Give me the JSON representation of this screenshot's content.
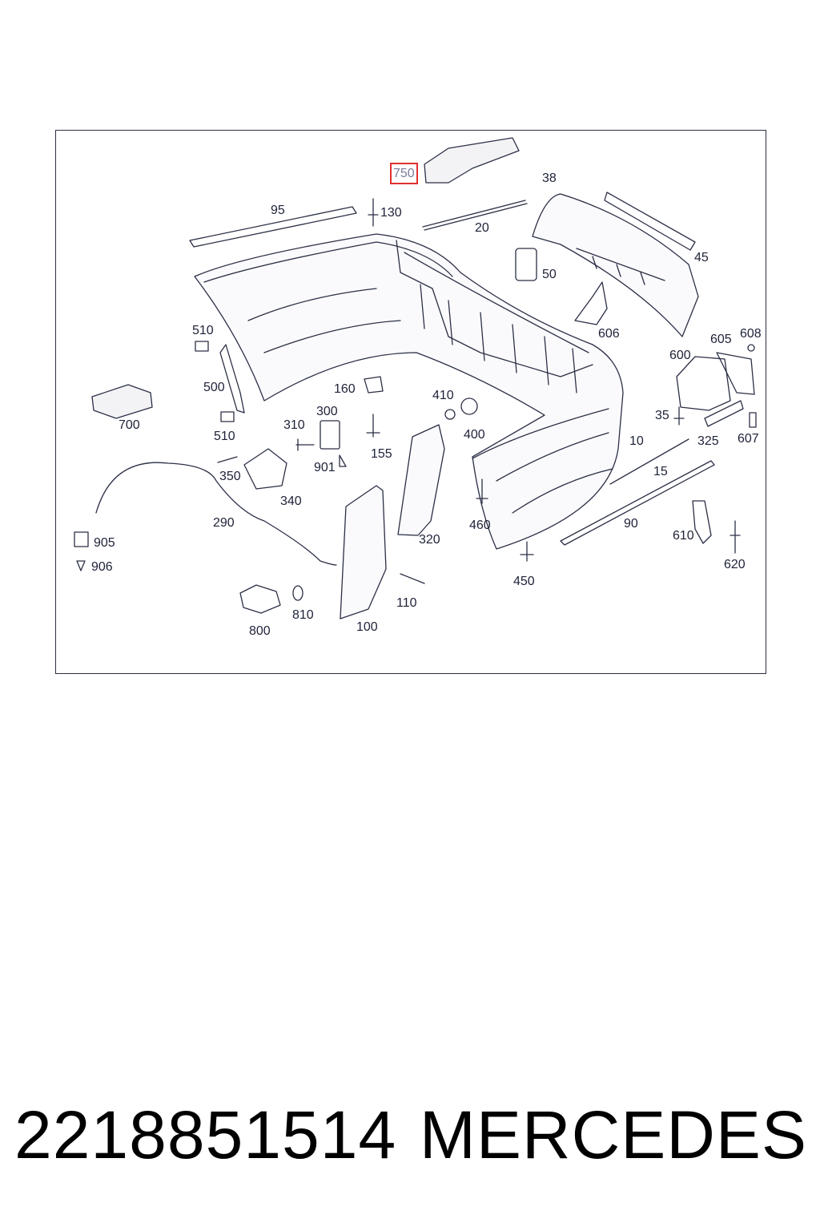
{
  "callouts": [
    {
      "id": "750",
      "highlighted": true
    },
    {
      "id": "38"
    },
    {
      "id": "95"
    },
    {
      "id": "130"
    },
    {
      "id": "20"
    },
    {
      "id": "45"
    },
    {
      "id": "50"
    },
    {
      "id": "606"
    },
    {
      "id": "510"
    },
    {
      "id": "500"
    },
    {
      "id": "605"
    },
    {
      "id": "608"
    },
    {
      "id": "600"
    },
    {
      "id": "700"
    },
    {
      "id": "160"
    },
    {
      "id": "410"
    },
    {
      "id": "300"
    },
    {
      "id": "310"
    },
    {
      "id": "400"
    },
    {
      "id": "35"
    },
    {
      "id": "325"
    },
    {
      "id": "607"
    },
    {
      "id": "155"
    },
    {
      "id": "901"
    },
    {
      "id": "10"
    },
    {
      "id": "350"
    },
    {
      "id": "15"
    },
    {
      "id": "340"
    },
    {
      "id": "290"
    },
    {
      "id": "460"
    },
    {
      "id": "320"
    },
    {
      "id": "90"
    },
    {
      "id": "905"
    },
    {
      "id": "610"
    },
    {
      "id": "906"
    },
    {
      "id": "620"
    },
    {
      "id": "450"
    },
    {
      "id": "110"
    },
    {
      "id": "810"
    },
    {
      "id": "100"
    },
    {
      "id": "800"
    }
  ],
  "caption": {
    "part_number": "2218851514",
    "brand": "MERCEDES"
  },
  "colors": {
    "line": "#2b2f45",
    "highlight": "#e03030"
  }
}
